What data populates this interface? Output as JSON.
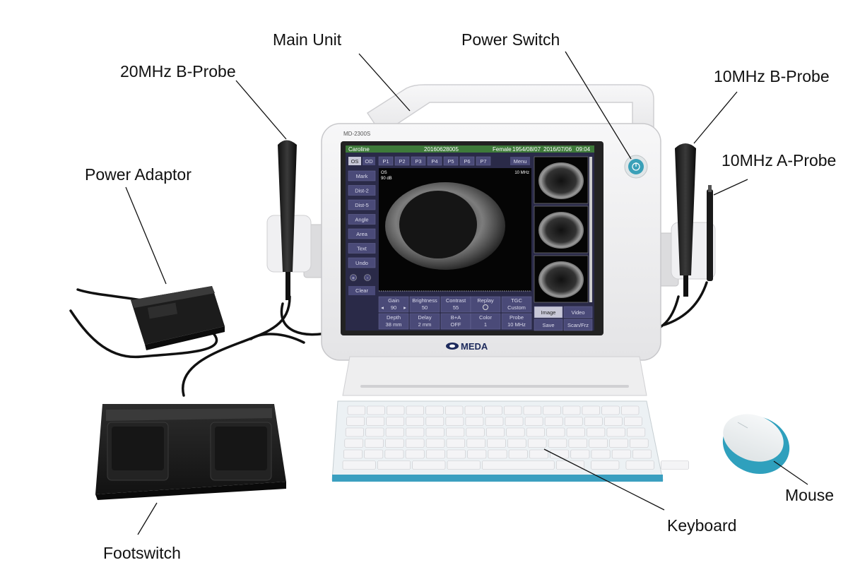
{
  "labels": {
    "main_unit": "Main Unit",
    "power_switch": "Power Switch",
    "b_probe_20": "20MHz B-Probe",
    "b_probe_10": "10MHz B-Probe",
    "a_probe_10": "10MHz A-Probe",
    "power_adaptor": "Power Adaptor",
    "footswitch": "Footswitch",
    "keyboard": "Keyboard",
    "mouse": "Mouse"
  },
  "device": {
    "model": "MD-2300S",
    "brand": "MEDA",
    "screen": {
      "header": {
        "patient": "Caroline",
        "id": "20160628005",
        "sex": "Female",
        "dob": "1954/08/07",
        "date": "2016/07/06",
        "time": "09:04"
      },
      "eye_tabs": [
        "OS",
        "OD"
      ],
      "presets": [
        "P1",
        "P2",
        "P3",
        "P4",
        "P5",
        "P6",
        "P7"
      ],
      "menu": "Menu",
      "left_tools": [
        "Mark",
        "Dist-2",
        "Dist-5",
        "Angle",
        "Area",
        "Text",
        "Undo"
      ],
      "zoom_in": "+",
      "zoom_out": "-",
      "clear": "Clear",
      "image_overlay": {
        "eye": "OS",
        "gain": "90 dB",
        "freq": "10 MHz"
      },
      "controls_row1": [
        {
          "label": "Gain",
          "value": "90"
        },
        {
          "label": "Brightness",
          "value": "50"
        },
        {
          "label": "Contrast",
          "value": "55"
        },
        {
          "label": "Replay",
          "value": ""
        },
        {
          "label": "TGC",
          "value": "Custom"
        }
      ],
      "controls_row2": [
        {
          "label": "Depth",
          "value": "38 mm"
        },
        {
          "label": "Delay",
          "value": "2 mm"
        },
        {
          "label": "B+A",
          "value": "OFF"
        },
        {
          "label": "Color",
          "value": "1"
        },
        {
          "label": "Probe",
          "value": "10 MHz"
        }
      ],
      "right_buttons": [
        "Image",
        "Video",
        "Save",
        "Scan/Frz"
      ]
    }
  }
}
